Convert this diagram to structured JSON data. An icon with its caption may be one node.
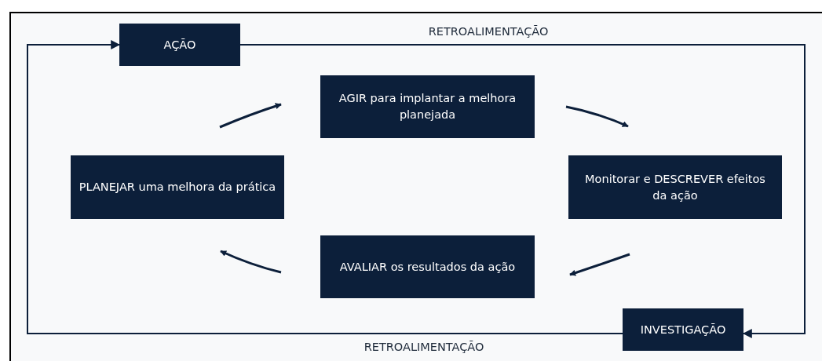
{
  "diagram": {
    "nodes": [
      {
        "text": [
          "AÇÃO"
        ]
      },
      {
        "text": [
          "AGIR para implantar a melhora planejada"
        ]
      },
      {
        "text": [
          "PLANEJAR uma melhora da prática"
        ]
      },
      {
        "text": [
          "Monitorar e DESCREVER efeitos da ação"
        ]
      },
      {
        "text": [
          "AVALIAR os resultados da ação"
        ]
      },
      {
        "text": [
          "INVESTIGAÇÃO"
        ]
      }
    ],
    "edges": [
      {
        "from": 0,
        "to": 5,
        "arrow": "to",
        "label": "RETROALIMENTAÇÃO"
      },
      {
        "from": 5,
        "to": 0,
        "arrow": "to",
        "label": "RETROALIMENTAÇÃO"
      },
      {
        "from": 2,
        "to": 1,
        "arrow": "to"
      },
      {
        "from": 1,
        "to": 3,
        "arrow": "to"
      },
      {
        "from": 3,
        "to": 4,
        "arrow": "to"
      },
      {
        "from": 4,
        "to": 2,
        "arrow": "to"
      }
    ]
  }
}
